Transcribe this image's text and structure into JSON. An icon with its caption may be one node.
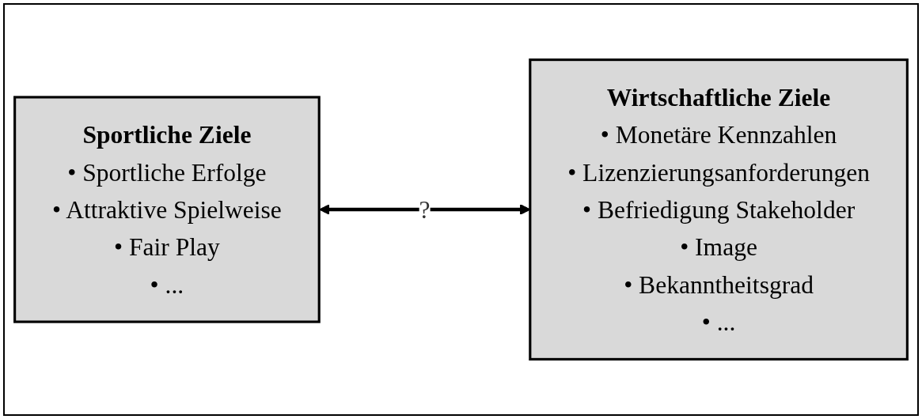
{
  "diagram": {
    "nodes": [
      {
        "text": [
          "Sportliche Ziele",
          "• Sportliche Erfolge",
          "• Attraktive Spielweise",
          "• Fair Play",
          "• ..."
        ]
      },
      {
        "text": [
          "Wirtschaftliche Ziele",
          "• Monetäre Kennzahlen",
          "• Lizenzierungsanforderungen",
          "• Befriedigung Stakeholder",
          "• Image",
          "• Bekanntheitsgrad",
          "• ..."
        ]
      }
    ],
    "edges": [
      {
        "from": 0,
        "to": 1,
        "arrow": "both",
        "label": "?"
      }
    ]
  }
}
